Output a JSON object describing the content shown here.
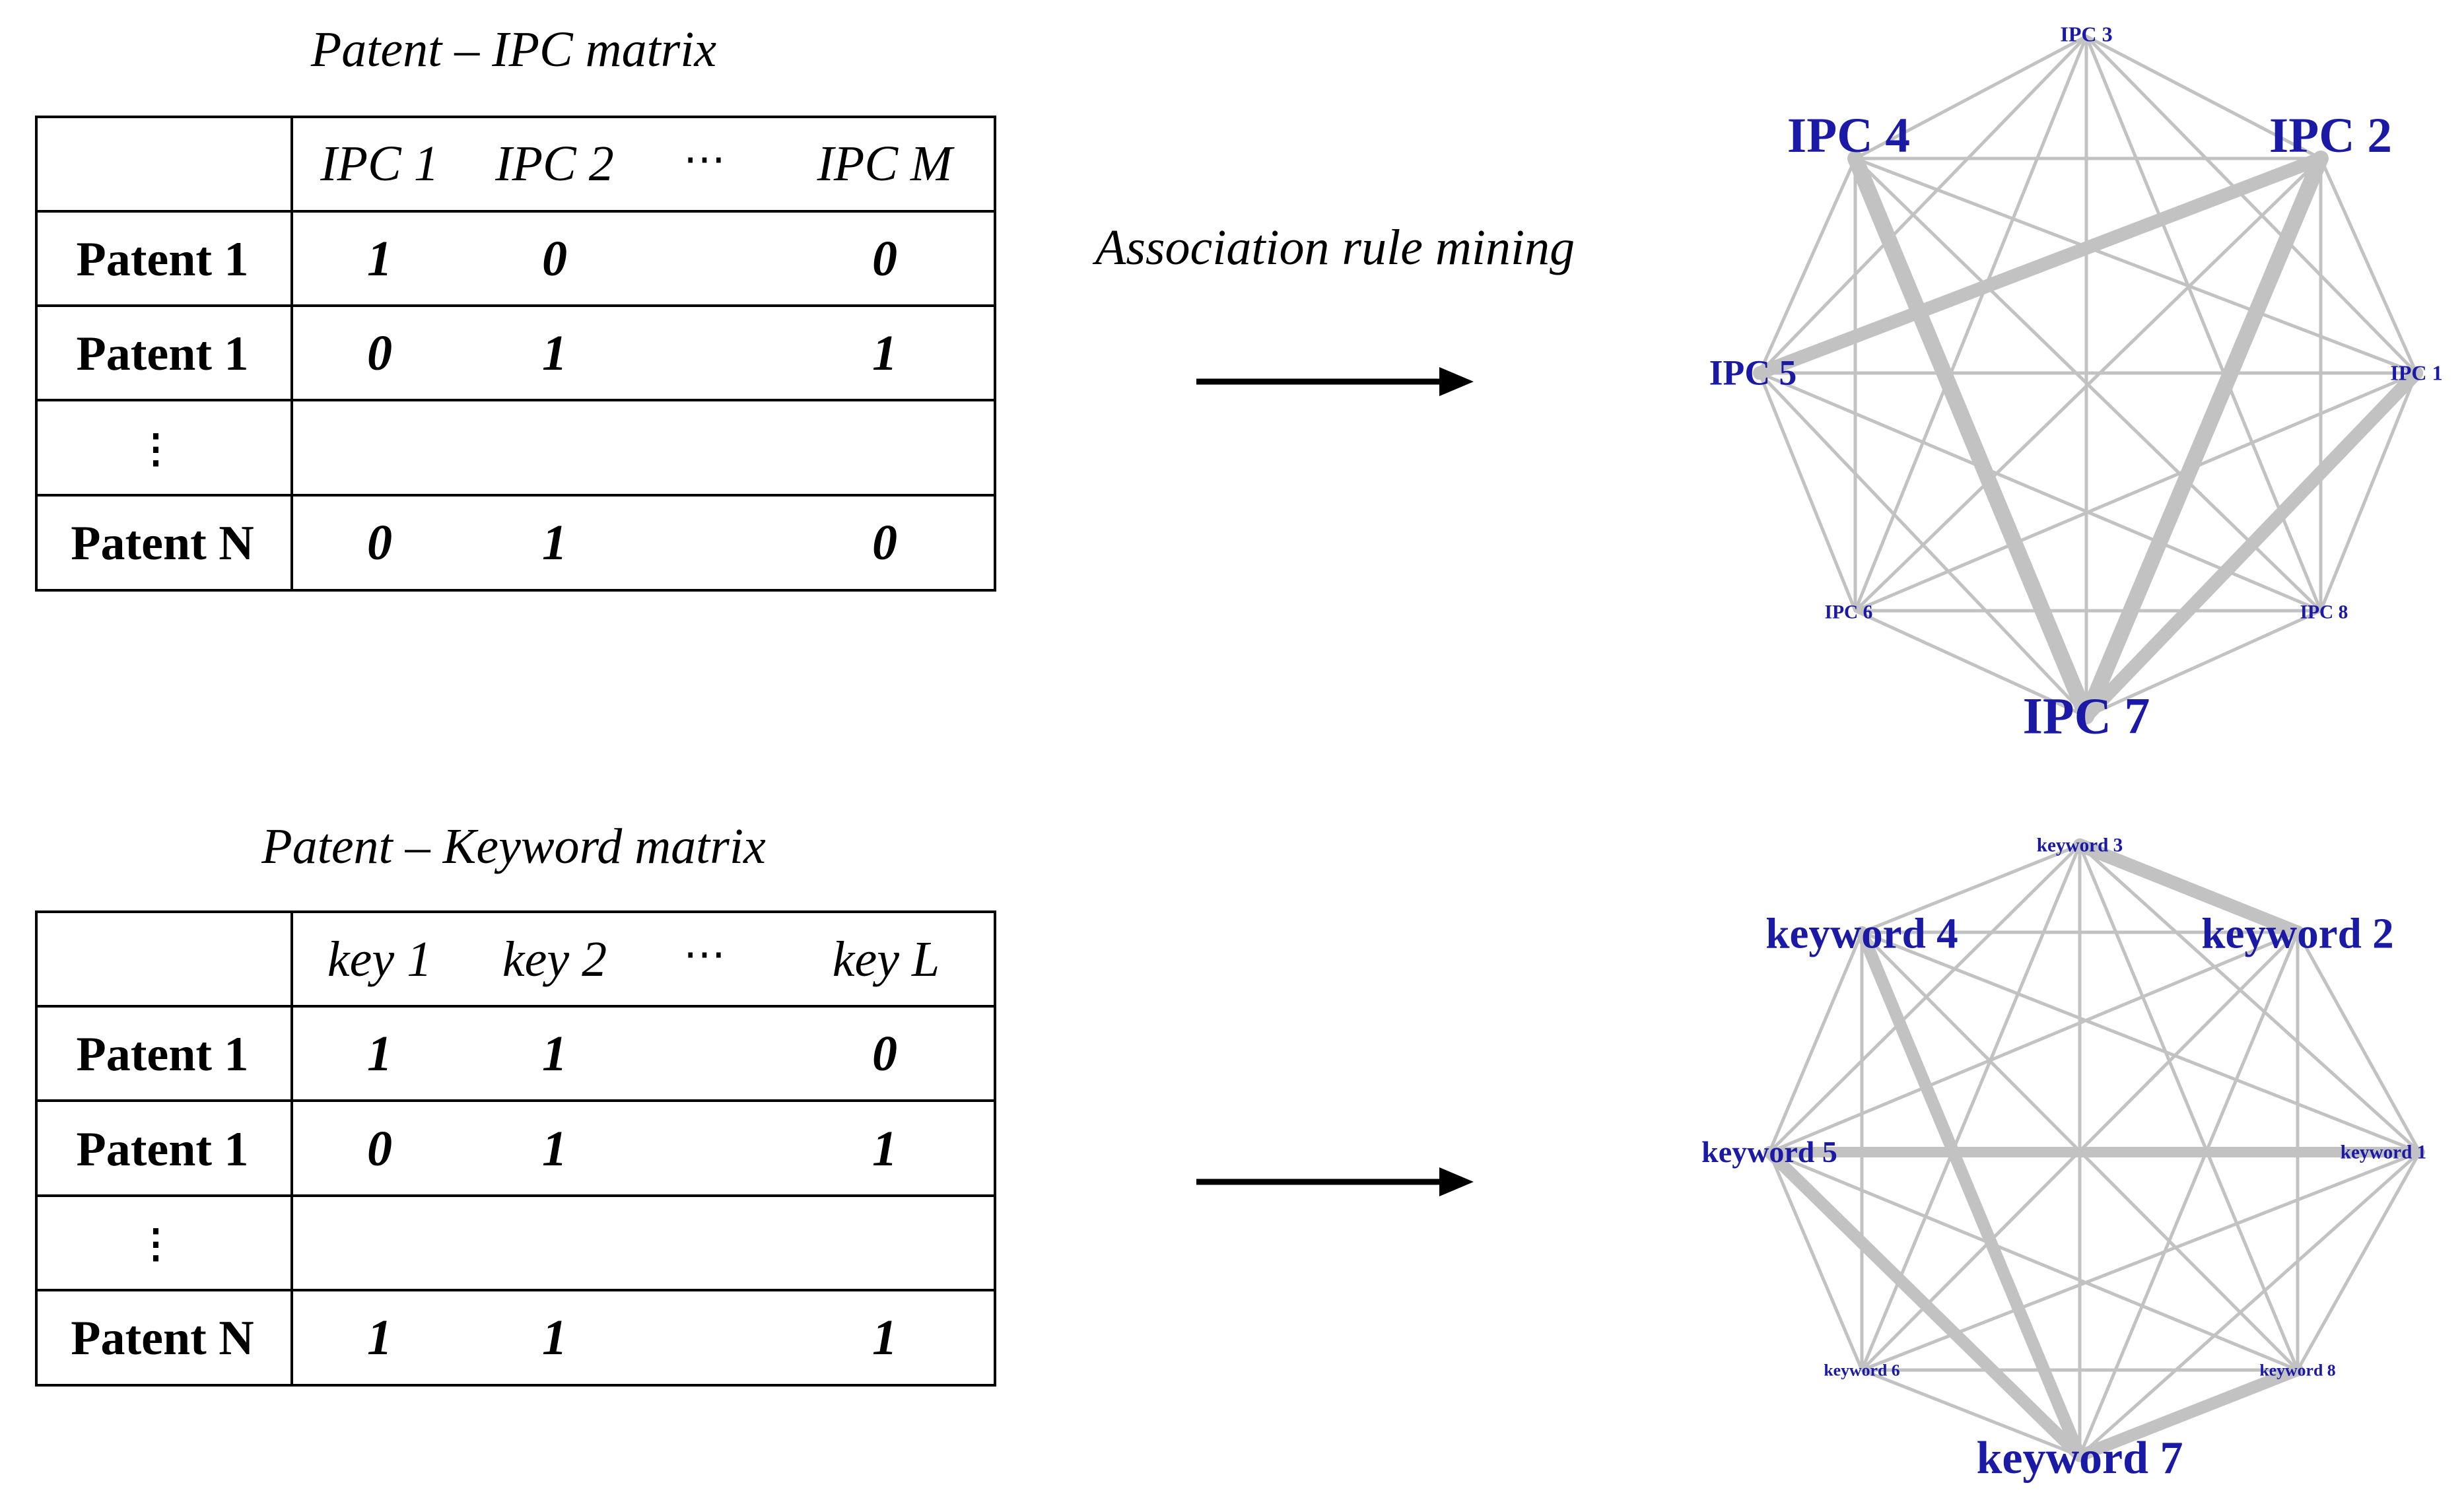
{
  "ipc_matrix": {
    "title": "Patent – IPC matrix",
    "columns": [
      "IPC 1",
      "IPC 2",
      "⋯",
      "IPC M"
    ],
    "rows": [
      {
        "label": "Patent 1",
        "values": [
          "1",
          "0",
          "0"
        ]
      },
      {
        "label": "Patent 1",
        "values": [
          "0",
          "1",
          "1"
        ]
      },
      {
        "label": "⋮",
        "values": [
          "",
          "",
          ""
        ]
      },
      {
        "label": "Patent N",
        "values": [
          "0",
          "1",
          "0"
        ]
      }
    ]
  },
  "keyword_matrix": {
    "title": "Patent – Keyword matrix",
    "columns": [
      "key 1",
      "key 2",
      "⋯",
      "key L"
    ],
    "rows": [
      {
        "label": "Patent 1",
        "values": [
          "1",
          "1",
          "0"
        ]
      },
      {
        "label": "Patent 1",
        "values": [
          "0",
          "1",
          "1"
        ]
      },
      {
        "label": "⋮",
        "values": [
          "",
          "",
          ""
        ]
      },
      {
        "label": "Patent N",
        "values": [
          "1",
          "1",
          "1"
        ]
      }
    ]
  },
  "process_label": "Association rule mining",
  "colors": {
    "node_label": "#1a1aa6",
    "edge": "#c2c2c2",
    "line": "#000000"
  },
  "ipc_network": {
    "nodes": [
      {
        "id": "IPC 1",
        "label": "IPC 1",
        "weight": 0.15
      },
      {
        "id": "IPC 2",
        "label": "IPC 2",
        "weight": 0.95
      },
      {
        "id": "IPC 3",
        "label": "IPC 3",
        "weight": 0.15
      },
      {
        "id": "IPC 4",
        "label": "IPC 4",
        "weight": 0.95
      },
      {
        "id": "IPC 5",
        "label": "IPC 5",
        "weight": 0.55
      },
      {
        "id": "IPC 6",
        "label": "IPC 6",
        "weight": 0.1
      },
      {
        "id": "IPC 7",
        "label": "IPC 7",
        "weight": 1.0
      },
      {
        "id": "IPC 8",
        "label": "IPC 8",
        "weight": 0.1
      }
    ],
    "strong_edges": [
      {
        "from": "IPC 4",
        "to": "IPC 7",
        "strength": 1.0
      },
      {
        "from": "IPC 2",
        "to": "IPC 7",
        "strength": 1.0
      },
      {
        "from": "IPC 1",
        "to": "IPC 7",
        "strength": 0.8
      },
      {
        "from": "IPC 2",
        "to": "IPC 5",
        "strength": 0.8
      }
    ]
  },
  "keyword_network": {
    "nodes": [
      {
        "id": "keyword 1",
        "label": "keyword 1",
        "weight": 0.15
      },
      {
        "id": "keyword 2",
        "label": "keyword 2",
        "weight": 0.9
      },
      {
        "id": "keyword 3",
        "label": "keyword 3",
        "weight": 0.15
      },
      {
        "id": "keyword 4",
        "label": "keyword 4",
        "weight": 0.9
      },
      {
        "id": "keyword 5",
        "label": "keyword 5",
        "weight": 0.5
      },
      {
        "id": "keyword 6",
        "label": "keyword 6",
        "weight": 0.08
      },
      {
        "id": "keyword 7",
        "label": "keyword 7",
        "weight": 1.0
      },
      {
        "id": "keyword 8",
        "label": "keyword 8",
        "weight": 0.08
      }
    ],
    "strong_edges": [
      {
        "from": "keyword 3",
        "to": "keyword 2",
        "strength": 0.8
      },
      {
        "from": "keyword 4",
        "to": "keyword 7",
        "strength": 0.7
      },
      {
        "from": "keyword 5",
        "to": "keyword 7",
        "strength": 0.7
      },
      {
        "from": "keyword 8",
        "to": "keyword 7",
        "strength": 0.7
      },
      {
        "from": "keyword 5",
        "to": "keyword 1",
        "strength": 0.55
      }
    ]
  }
}
